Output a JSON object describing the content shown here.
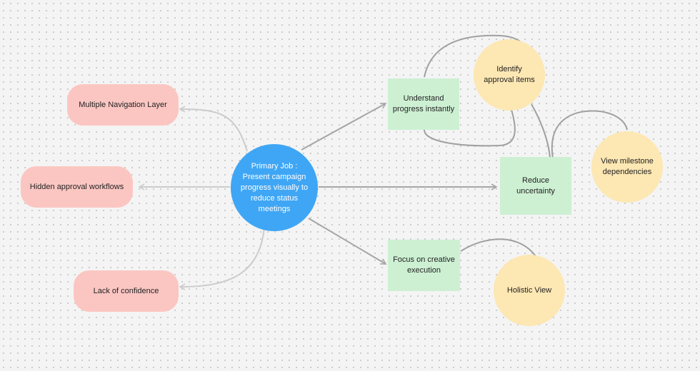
{
  "colors": {
    "problem": "#fbc6c2",
    "outcome": "#cdf0d3",
    "benefit": "#fde7b3",
    "primary": "#3fa6f5",
    "arrow_dark": "#a6a6a6",
    "arrow_light": "#cccccc",
    "loop": "#a0a0a0"
  },
  "primary": {
    "text": "Primary Job :\nPresent campaign\nprogress visually to\nreduce status\nmeetings"
  },
  "problems": [
    {
      "text": "Multiple Navigation Layer"
    },
    {
      "text": "Hidden approval workflows"
    },
    {
      "text": "Lack of confidence"
    }
  ],
  "outcomes": [
    {
      "text": "Understand\nprogress instantly"
    },
    {
      "text": "Reduce\nuncertainty"
    },
    {
      "text": "Focus on creative\nexecution"
    }
  ],
  "benefits": [
    {
      "text": "Identify\napproval items"
    },
    {
      "text": "View milestone\ndependencies"
    },
    {
      "text": "Holistic View"
    }
  ]
}
